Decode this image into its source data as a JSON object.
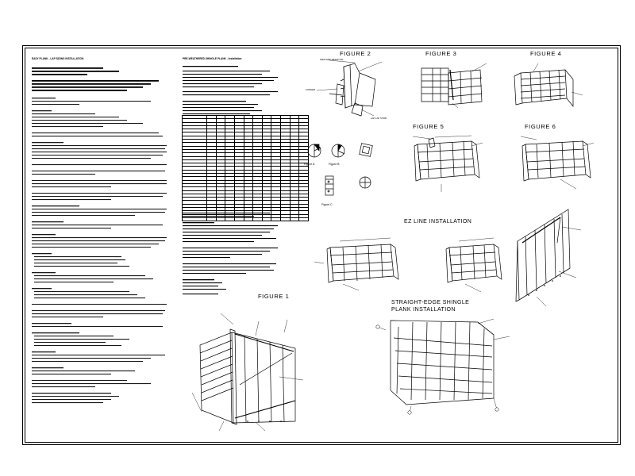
{
  "headers": {
    "col1": "EASY PLANK - LAP SIDING INSTALLATION",
    "col2": "PRE-WEATHERED SHINGLE PLANK - Installation"
  },
  "figures": {
    "figure1": "FIGURE 1",
    "figure2": "FIGURE 2",
    "figure3": "FIGURE 3",
    "figure4": "FIGURE 4",
    "figure5": "FIGURE 5",
    "figure6": "FIGURE 6",
    "ez_line": "EZ LINE INSTALLATION",
    "straight_edge_line1": "STRAIGHT-EDGE SHINGLE",
    "straight_edge_line2": "PLANK INSTALLATION"
  },
  "sub_figures": {
    "a": "Figure A",
    "b": "Figure B",
    "c": "Figure C"
  }
}
